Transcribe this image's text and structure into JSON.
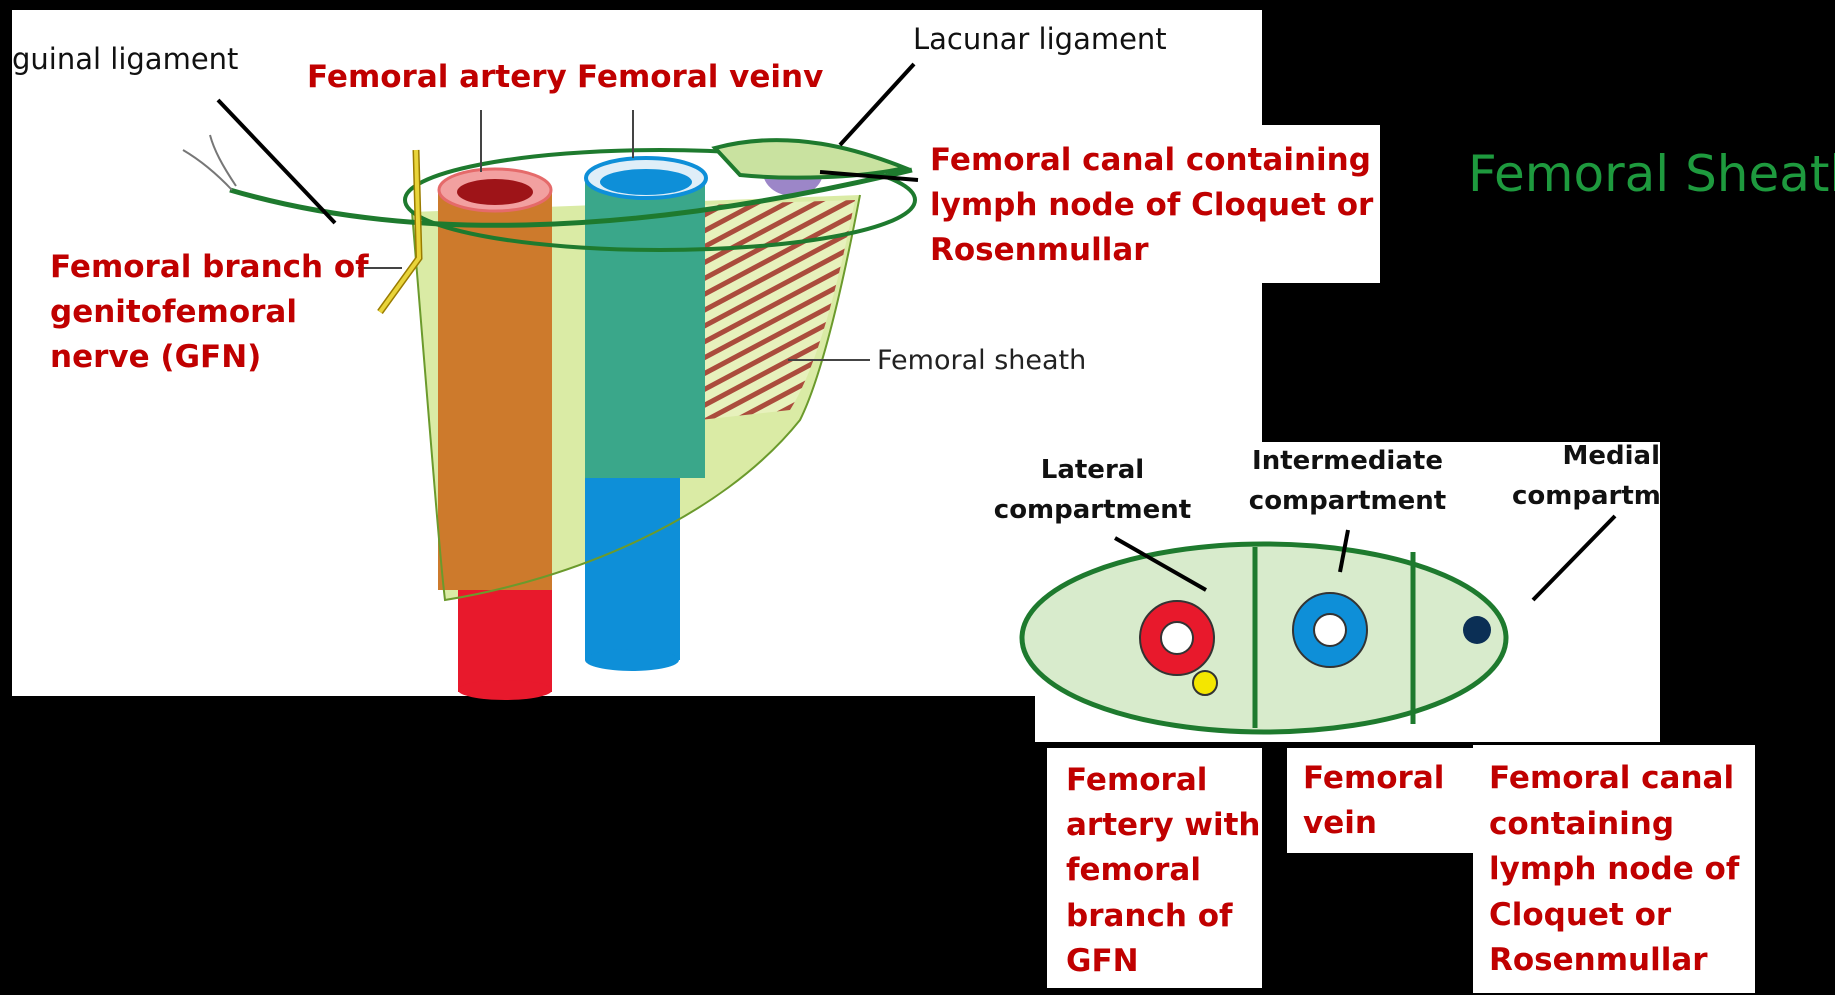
{
  "title": "Femoral Sheath",
  "top_diagram": {
    "inguinal_ligament": "guinal ligament",
    "femoral_artery": "Femoral artery",
    "femoral_vein": "Femoral veinv",
    "lacunar_ligament": "Lacunar ligament",
    "femoral_canal": [
      "Femoral canal containing",
      "lymph node of Cloquet or",
      "Rosenmullar"
    ],
    "femoral_branch": [
      "Femoral branch of",
      "genitofemoral",
      "nerve (GFN)"
    ],
    "femoral_sheath": "Femoral sheath"
  },
  "cross_section": {
    "lateral": [
      "Lateral",
      "compartment"
    ],
    "intermediate": [
      "Intermediate",
      "compartment"
    ],
    "medial": [
      "Medial",
      "compartm"
    ]
  },
  "bottom_labels": {
    "artery": [
      "Femoral",
      "artery with",
      "femoral",
      "branch of",
      "GFN"
    ],
    "vein": [
      "Femoral",
      "vein"
    ],
    "canal": [
      "Femoral canal",
      "containing",
      "lymph node of",
      "Cloquet or",
      "Rosenmullar"
    ]
  },
  "colors": {
    "sheath_green": "#1e7a2e",
    "artery_red": "#e8192c",
    "vein_blue": "#0e8fd8",
    "label_red": "#c00000",
    "title_green": "#1e9a3e"
  }
}
